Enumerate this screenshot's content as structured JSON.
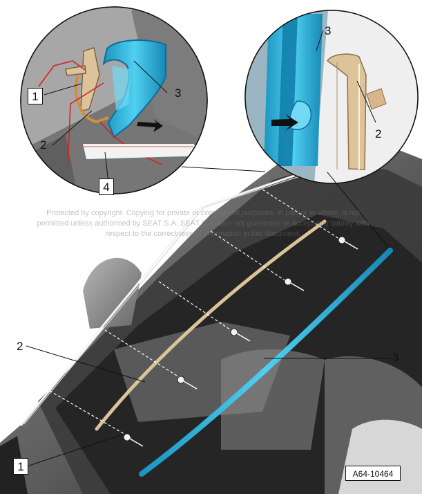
{
  "figure": {
    "figure_id": "A64-10464",
    "watermark_lines": [
      "Protected by copyright. Copying for private or commercial purposes, in part or in whole, is not",
      "permitted unless authorised by SEAT S.A. SEAT S.A does not guarantee or accept any liability with",
      "respect to the correctness of information in this document."
    ],
    "callouts": {
      "left_detail": {
        "label_1": "1",
        "label_2": "2",
        "label_3": "3",
        "label_4": "4"
      },
      "right_detail": {
        "label_3": "3",
        "label_2": "2"
      },
      "main_view": {
        "label_2": "2",
        "label_3": "3",
        "label_1": "1"
      }
    },
    "colors": {
      "seal_blue": "#35b8df",
      "cord_beige": "#dcc39a",
      "detail_border": "#222222",
      "line": "#111111"
    }
  }
}
